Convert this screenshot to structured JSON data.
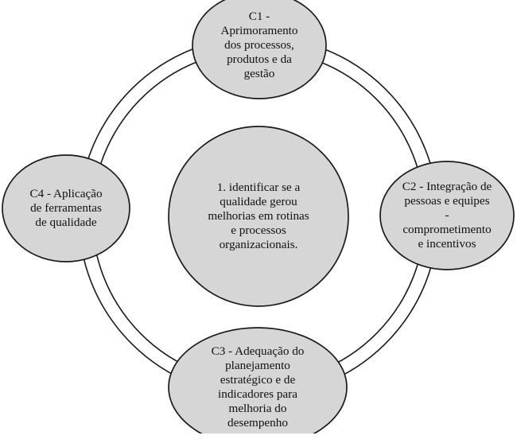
{
  "diagram": {
    "type": "cycle-diagram",
    "shape": "ring-with-four-satellite-ellipses",
    "colors": {
      "node_fill": "#d6d6d6",
      "node_stroke": "#1a1a1a",
      "ring_stroke": "#1a1a1a",
      "background": "#ffffff",
      "text": "#111111"
    },
    "center": {
      "id": "center",
      "label": "1. identificar  se a\nqualidade gerou\nmelhorias  em rotinas\ne processos\norganizacionais.",
      "lines": [
        "1. identificar  se a",
        "qualidade gerou",
        "melhorias  em rotinas",
        "e processos",
        "organizacionais."
      ]
    },
    "nodes": [
      {
        "id": "c1",
        "code": "C1",
        "position": "top",
        "label": "C1 -\nAprimoramento\ndos processos,\nprodutos  e da\ngestão",
        "lines": [
          "C1 -",
          "Aprimoramento",
          "dos processos,",
          "produtos  e da",
          "gestão"
        ]
      },
      {
        "id": "c2",
        "code": "C2",
        "position": "right",
        "label": "C2 - Integração  de\npessoas  e equipes\n-\ncomprometimento\ne incentivos",
        "lines": [
          "C2 - Integração  de",
          "pessoas  e equipes",
          "-",
          "comprometimento",
          "e incentivos"
        ]
      },
      {
        "id": "c3",
        "code": "C3",
        "position": "bottom",
        "label": "C3 - Adequação do\nplanejamento\nestratégico  e de\nindicadores  para\nmelhoria  do\ndesempenho",
        "lines": [
          "C3 - Adequação do",
          "planejamento",
          "estratégico  e de",
          "indicadores  para",
          "melhoria  do",
          "desempenho"
        ]
      },
      {
        "id": "c4",
        "code": "C4",
        "position": "left",
        "label": "C4 - Aplicação\nde ferramentas\nde qualidade",
        "lines": [
          "C4 - Aplicação",
          "de ferramentas",
          "de qualidade"
        ]
      }
    ]
  }
}
